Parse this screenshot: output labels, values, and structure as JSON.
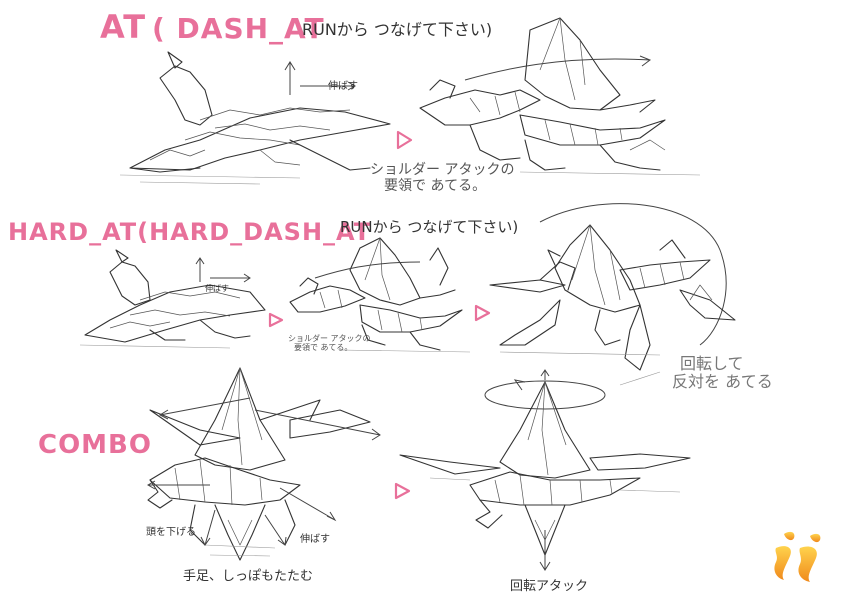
{
  "sections": {
    "at": {
      "title": "AT",
      "title_paren": "( DASH_AT",
      "note": "RUNから つなげて下さい)",
      "stretch_note": "伸ばす",
      "shoulder_note_line1": "ショルダー アタックの",
      "shoulder_note_line2": "要領で あてる。"
    },
    "hard_at": {
      "title": "HARD_AT(HARD_DASH_AT",
      "note": "RUNから つなげて下さい)",
      "stretch_note": "伸ばす",
      "shoulder_note_line1": "ショルダー アタックの",
      "shoulder_note_line2": "要領で あてる。",
      "spin_note_line1": "回転して",
      "spin_note_line2": "反対を あてる"
    },
    "combo": {
      "title": "COMBO",
      "head_note": "頭を下げる",
      "stretch_note": "伸ばす",
      "tail_note": "手足、しっぽもたたむ",
      "spin_attack_note": "回転アタック"
    }
  },
  "colors": {
    "heading": "#e8709a",
    "pencil": "#333333",
    "logo_orange": "#f5a623"
  },
  "logo": {
    "icon": "brand-logo-icon"
  }
}
